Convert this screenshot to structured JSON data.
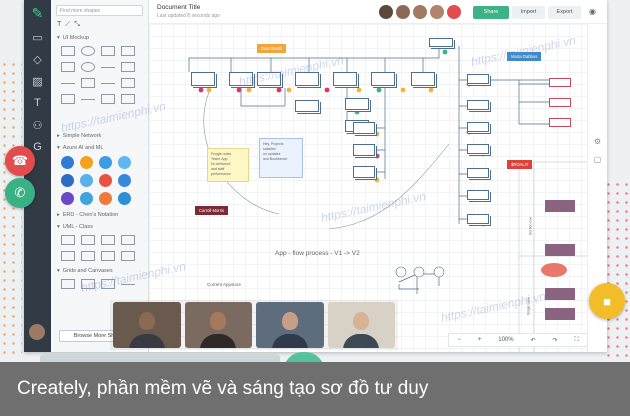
{
  "app": {
    "doc_title": "Document Title",
    "last_updated": "Last updated 8 seconds ago",
    "search_placeholder": "Find more shapes",
    "share_label": "Share",
    "import_label": "Import",
    "export_label": "Export",
    "zoom": "100%"
  },
  "panel": {
    "sections": {
      "ui_mockup": "UI Mockup",
      "simple_network": "Simple Network",
      "azure": "Azure AI and ML",
      "erd": "ERD - Chen's Notation",
      "uml": "UML - Class",
      "grids": "Grids and Canvases"
    },
    "browse_more": "Browse More Shapes"
  },
  "canvas": {
    "flow_title": "App - flow process - V1 -> V2",
    "tags": {
      "orange": "Data Booth",
      "teal": "Marta Dabbos",
      "maroon": "Carroll Morris",
      "red": "$ROALIT"
    },
    "sticky_text": "Foogle notes\nTeam: App\nfor delivered\nand staff\nperformance",
    "sticky_blue_text": "Hey, Projects\nsatisfies\nno updates\nand Bookbench",
    "current_appstore": "Current Appstore",
    "lanes": [
      "Section one",
      "Single Lane"
    ]
  },
  "watermarks": [
    "https://taimienphi.vn",
    "https://taimienphi.vn",
    "https://taimienphi.vn",
    "https://taimienphi.vn",
    "https://taimienphi.vn",
    "https://taimienphi.vn"
  ],
  "caption": "Creately, phần mềm vẽ và sáng tạo sơ đồ tư duy",
  "colors": {
    "accent_green": "#3bb386",
    "call_red": "#e24c4c",
    "call_green": "#3ab184",
    "video_yellow": "#f3bd2a"
  }
}
